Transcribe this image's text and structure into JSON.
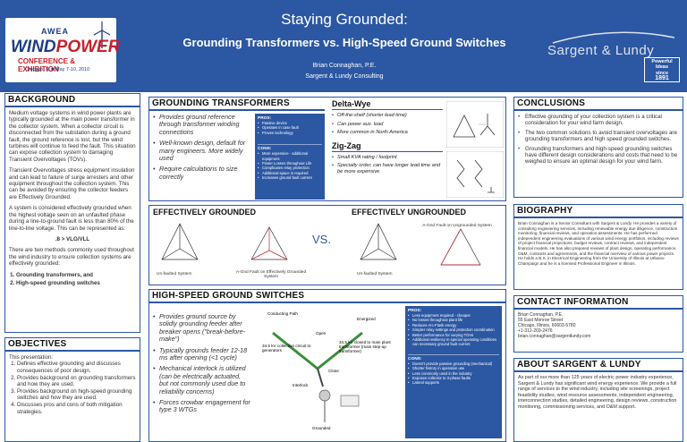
{
  "header": {
    "title": "Staying Grounded:",
    "subtitle": "Grounding Transformers vs. High-Speed Ground Switches",
    "author": "Brian Connaghan, P.E.",
    "organization": "Sargent & Lundy Consulting",
    "left_logo": {
      "org": "AWEA",
      "wind": "WIND",
      "power": "POWER",
      "conference": "CONFERENCE & EXHIBITION",
      "dates": "Chicago, IL ■ May 7-10, 2010"
    },
    "right_logo": {
      "name": "Sargent & Lundy",
      "badge_line1": "Powerful",
      "badge_line2": "Ideas",
      "badge_line3": "since",
      "badge_line4": "1891"
    },
    "bg_color": "#2b57a3"
  },
  "background": {
    "heading": "BACKGROUND",
    "p1": "Medium voltage systems in wind power plants are typically grounded at the main power transformer in the collector system. When a collector circuit is disconnected from the substation during a ground fault, the ground reference is lost, but the wind turbines will continue to feed the fault. This situation can expose collection system to damaging Transient Overvoltages (TOVs).",
    "p2": "Transient Overvoltages stress equipment insulation and can lead to failure of surge arresters and other equipment throughout the collection system. This can be avoided by ensuring the collector feeders are Effectively Grounded.",
    "p3": "A system is considered effectively grounded when the highest voltage seen on an unfaulted phase during a line-to-ground fault is less than 80% of the line-to-line voltage. This can be represented as:",
    "formula": ".8 > VLG/VLL",
    "p4": "There are two methods commonly used throughout the wind industry to ensure collection systems are effectively grounded:",
    "methods": [
      "Grounding transformers, and",
      "High-speed grounding switches"
    ]
  },
  "objectives": {
    "heading": "OBJECTIVES",
    "intro": "This presentation:",
    "items": [
      "Defines effective grounding and discusses consequences of poor design.",
      "Provides background on grounding transformers and how they are used.",
      "Provides background on high-speed grounding switches and how they are used.",
      "Discusses pros and cons of both mitigation strategies."
    ]
  },
  "grounding_transformers": {
    "heading": "GROUNDING TRANSFORMERS",
    "bullets": [
      "Provides ground reference through transformer winding connections",
      "Well-known design, default for many engineers. More widely used",
      "Require calculations to size correctly"
    ],
    "pros_label": "PROS:",
    "pros": [
      "Passive device",
      "Operates in case fault",
      "Proven technology"
    ],
    "cons_label": "CONS:",
    "cons": [
      "More expensive - additional equipment",
      "Power Losses throughout Life",
      "Complicates relay protection",
      "Additional space is required",
      "Increases ground fault current"
    ],
    "delta_wye": {
      "title": "Delta-Wye",
      "bullets": [
        "Off-the-shelf (shorter lead time)",
        "Can power aux. load",
        "More common in North America"
      ]
    },
    "zig_zag": {
      "title": "Zig-Zag",
      "bullets": [
        "Small KVA rating / footprint",
        "Specialty order, can have longer lead time and be more expensive"
      ]
    }
  },
  "effective": {
    "left_heading": "EFFECTIVELY GROUNDED",
    "right_heading": "EFFECTIVELY UNGROUNDED",
    "vs": "VS.",
    "left_caption_1": "Un-faulted System",
    "left_caption_2": "A-Gnd Fault on Effectively Grounded System",
    "right_caption_1": "Un-faulted System",
    "right_caption_2": "A-Gnd Fault on Ungrounded System"
  },
  "high_speed": {
    "heading": "HIGH-SPEED GROUND SWITCHES",
    "bullets": [
      "Provides ground source by solidly grounding feeder after breaker opens (\"break-before-make\")",
      "Typically grounds feeder 12-18 ms after opening (<1 cycle)",
      "Mechanical interlock is utilized (can be electrically actuated, but not commonly used due to reliability concerns)",
      "Forces crowbar engagement for type 3 WTGs"
    ],
    "pros_label": "PROS:",
    "pros": [
      "Less equipment required - cheaper",
      "No losses throughout plant life",
      "Reduces Arc-Flash energy",
      "Simpler relay settings and protection coordination",
      "Better performance for varying TOVs",
      "Additional resiliency in special operating conditions can necessary ground fault current"
    ],
    "cons_label": "CONS:",
    "cons": [
      "Doesn't provide passive grounding (mechanical)",
      "Shorter history in operation use",
      "Less commonly used in the industry",
      "Exposes collector to 3-phase faults",
      "Lateral supports"
    ],
    "diagram": {
      "label_conducting": "Conducting Path",
      "label_energized": "Energized",
      "label_open": "Open",
      "label_close": "Close",
      "label_interlock": "Interlock",
      "label_grounded": "Grounded",
      "label_circuit_a": "34.5 kV collection circuit to generators",
      "label_circuit_b": "34.5 kV closed to main plant transformer (main step-up transformer)"
    }
  },
  "conclusions": {
    "heading": "CONCLUSIONS",
    "items": [
      "Effective grounding of your collection system is a critical consideration for your wind farm design.",
      "The two common solutions to avoid transient overvoltages are grounding transformers and high speed grounded switches.",
      "Grounding transformers and high-speed grounding switches have different design considerations and costs that need to be weighed to ensure an optimal design for your wind farm."
    ]
  },
  "biography": {
    "heading": "BIOGRAPHY",
    "text": "Brian Connaghan is a Senior Consultant with Sargent & Lundy. He provides a variety of consulting engineering services, including renewable energy due diligence, construction monitoring, financial reviews, and operation assessments. He has performed independent engineering evaluations of various wind energy portfolios, including reviews of project financial projections, budget reviews, contract reviews, and independent financial models. He has also prepared reviews of plant design, operating performance, O&M, contracts and agreements, and the financial overview of various power projects. He holds a B.S. in Electrical Engineering from the University of Illinois at Urbana-Champaign and he is a licensed Professional Engineer in Illinois."
  },
  "contact": {
    "heading": "CONTACT INFORMATION",
    "lines": [
      "Brian Connaghan, P.E.",
      "55 East Monroe Street",
      "Chicago, Illinois, 60603-5780",
      "+1-312-269-2476",
      "brian.connaghan@sargentlundy.com"
    ]
  },
  "about": {
    "heading": "ABOUT SARGENT & LUNDY",
    "text": "As part of our more than 125 years of electric power industry experience, Sargent & Lundy has significant wind energy experience. We provide a full range of services to the wind industry, including site screenings, project feasibility studies, wind resource assessments, independent engineering, interconnection studies, detailed engineering, design reviews, construction monitoring, commissioning services, and O&M support."
  }
}
